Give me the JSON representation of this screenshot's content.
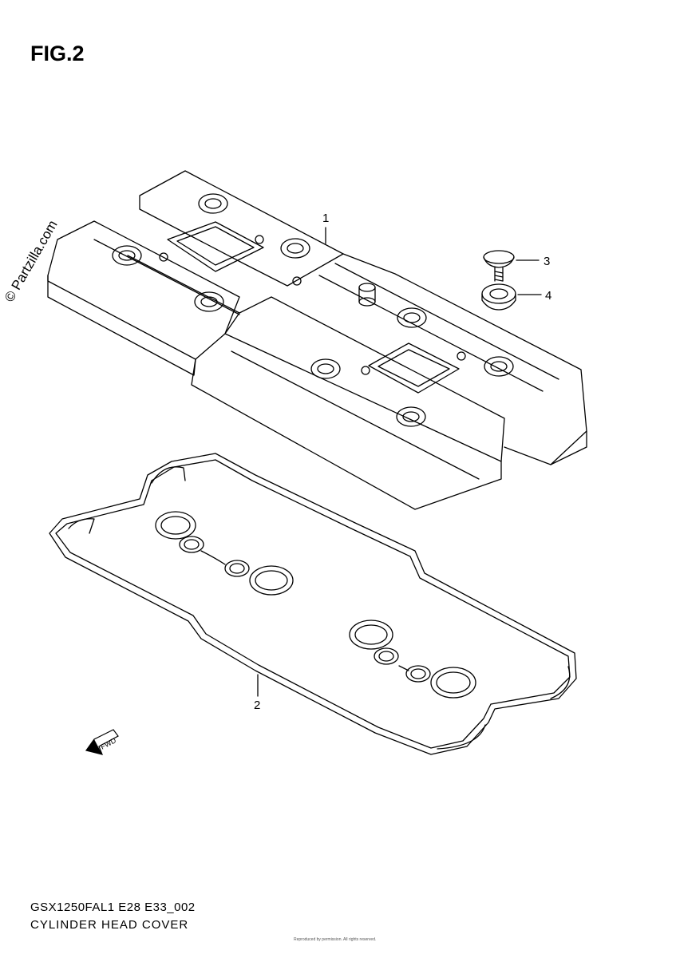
{
  "figure_label": "FIG.2",
  "watermark": "© Partzilla.com",
  "callouts": {
    "cover": "1",
    "gasket": "2",
    "bolt": "3",
    "washer": "4"
  },
  "direction_label": "FWD",
  "footer": {
    "model_code": "GSX1250FAL1 E28 E33_002",
    "part_name": "CYLINDER HEAD COVER",
    "fine_print": "Reproduced by permission. All rights reserved."
  },
  "colors": {
    "line": "#000000",
    "background": "#ffffff"
  }
}
